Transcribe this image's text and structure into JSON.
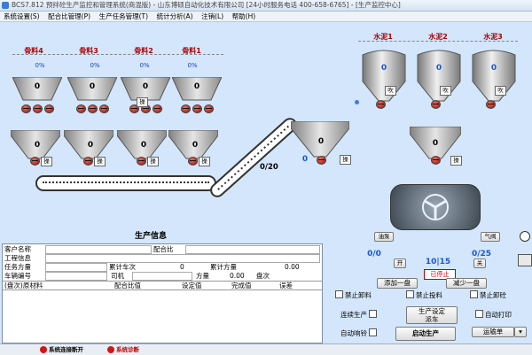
{
  "window": {
    "title": "BCS7.812 预拌砼生产监控和管理系统(商混版) - 山东博硕自动化技术有限公司 [24小时服务电话 400-658-6765] - [生产监控中心]"
  },
  "menu": [
    "系统设置(S)",
    "配合比管理(P)",
    "生产任务管理(T)",
    "统计分析(A)",
    "注销(L)",
    "帮助(H)"
  ],
  "aggregates": [
    {
      "name": "骨料4",
      "pct": "0%",
      "value": "0"
    },
    {
      "name": "骨料3",
      "pct": "0%",
      "value": "0"
    },
    {
      "name": "骨料2",
      "pct": "0%",
      "value": "0"
    },
    {
      "name": "骨料1",
      "pct": "0%",
      "value": "0"
    }
  ],
  "agg_scales": [
    "0",
    "0",
    "0",
    "0"
  ],
  "agg_btn": "操",
  "belt_counter": "0/20",
  "waiting_hopper": {
    "value": "0",
    "side_value": "0",
    "btn": "操"
  },
  "cement": [
    {
      "name": "水泥1",
      "value": "0",
      "btn": "吹"
    },
    {
      "name": "水泥2",
      "value": "0",
      "btn": "吹"
    },
    {
      "name": "水泥3",
      "value": "0",
      "btn": "吹"
    }
  ],
  "cement_scale": {
    "value": "0",
    "btn": "操"
  },
  "mixer": {
    "left_btn": "油泵",
    "right_btn": "气阀",
    "left_count": "0/0",
    "right_count": "0/25",
    "left_toggle": "开",
    "right_toggle": "关",
    "batch": "10|15",
    "stop_label": "已停止"
  },
  "info": {
    "title": "生产信息",
    "r1": [
      "客户名称",
      "",
      "配合比",
      ""
    ],
    "r2": [
      "工程信息",
      ""
    ],
    "r3": [
      "任务方量",
      "",
      "累计车次",
      "0",
      "累计方量",
      "0.00"
    ],
    "r4": [
      "车辆编号",
      "",
      "司机",
      "",
      "方量",
      "0.00",
      "盘次",
      ""
    ],
    "cols": [
      "(盘次)原材料",
      "配合比值",
      "设定值",
      "完成值",
      "误差"
    ]
  },
  "controls": {
    "add": "添加一盘",
    "sub": "减少一盘",
    "forbid_unload": "禁止卸料",
    "forbid_feed": "禁止投料",
    "forbid_aggregate": "禁止卸砼",
    "continuous": "连续生产",
    "auto_print": "自动打印",
    "auto_bell": "自动响铃",
    "set_task": "生产设定\n派车",
    "start": "启动生产",
    "transport": "运输单"
  },
  "status": {
    "conn": "系统连接断开",
    "alarm": "系统诊断"
  }
}
